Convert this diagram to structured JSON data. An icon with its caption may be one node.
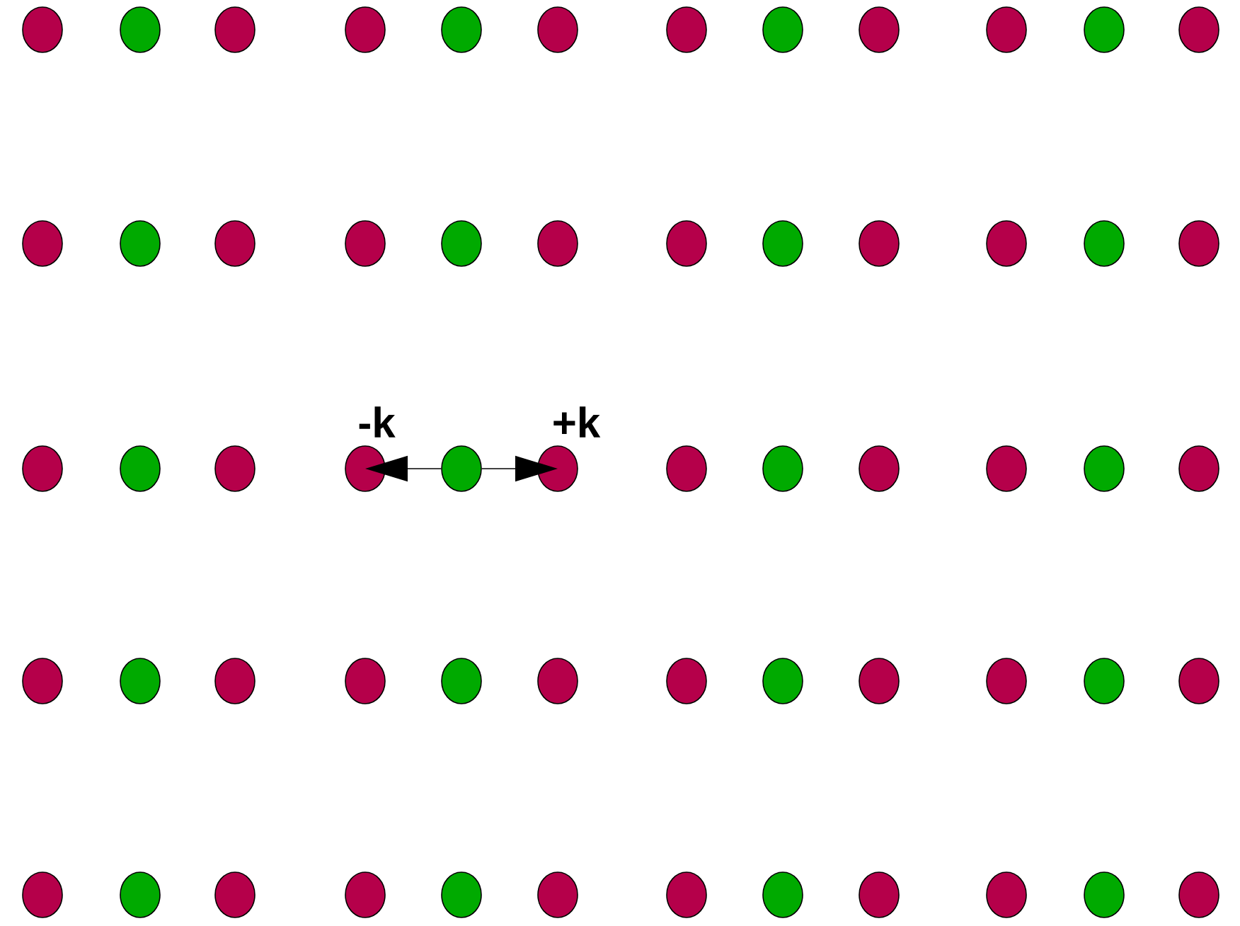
{
  "diagram": {
    "nodes": [
      {
        "text": [],
        "shape": "circle"
      },
      {
        "text": [],
        "shape": "circle"
      },
      {
        "text": [],
        "shape": "circle"
      },
      {
        "text": [],
        "shape": "circle"
      },
      {
        "text": [],
        "shape": "circle"
      },
      {
        "text": [],
        "shape": "circle"
      },
      {
        "text": [],
        "shape": "circle"
      },
      {
        "text": [],
        "shape": "circle"
      },
      {
        "text": [],
        "shape": "circle"
      },
      {
        "text": [],
        "shape": "circle"
      },
      {
        "text": [],
        "shape": "circle"
      },
      {
        "text": [],
        "shape": "circle"
      },
      {
        "text": [],
        "shape": "circle"
      },
      {
        "text": [],
        "shape": "circle"
      },
      {
        "text": [],
        "shape": "circle"
      },
      {
        "text": [],
        "shape": "circle"
      },
      {
        "text": [],
        "shape": "circle"
      },
      {
        "text": [],
        "shape": "circle"
      },
      {
        "text": [],
        "shape": "circle"
      },
      {
        "text": [],
        "shape": "circle"
      },
      {
        "text": [],
        "shape": "circle"
      },
      {
        "text": [],
        "shape": "circle"
      },
      {
        "text": [],
        "shape": "circle"
      },
      {
        "text": [],
        "shape": "circle"
      },
      {
        "text": [],
        "shape": "circle"
      },
      {
        "text": [],
        "shape": "circle"
      },
      {
        "text": [],
        "shape": "circle"
      },
      {
        "text": [],
        "shape": "circle"
      },
      {
        "text": [],
        "shape": "circle"
      },
      {
        "text": [],
        "shape": "circle"
      },
      {
        "text": [],
        "shape": "circle"
      },
      {
        "text": [],
        "shape": "circle"
      },
      {
        "text": [],
        "shape": "circle"
      },
      {
        "text": [],
        "shape": "circle"
      },
      {
        "text": [],
        "shape": "circle"
      },
      {
        "text": [],
        "shape": "circle"
      },
      {
        "text": [],
        "shape": "circle"
      },
      {
        "text": [],
        "shape": "circle"
      },
      {
        "text": [],
        "shape": "circle"
      },
      {
        "text": [],
        "shape": "circle"
      },
      {
        "text": [],
        "shape": "circle"
      },
      {
        "text": [],
        "shape": "circle"
      },
      {
        "text": [],
        "shape": "circle"
      },
      {
        "text": [],
        "shape": "circle"
      },
      {
        "text": [],
        "shape": "circle"
      },
      {
        "text": [],
        "shape": "circle"
      },
      {
        "text": [],
        "shape": "circle"
      },
      {
        "text": [],
        "shape": "circle"
      },
      {
        "text": [],
        "shape": "circle"
      },
      {
        "text": [],
        "shape": "circle"
      },
      {
        "text": [],
        "shape": "circle"
      },
      {
        "text": [],
        "shape": "circle"
      },
      {
        "text": [],
        "shape": "circle"
      },
      {
        "text": [],
        "shape": "circle"
      },
      {
        "text": [],
        "shape": "circle"
      },
      {
        "text": [],
        "shape": "circle"
      },
      {
        "text": [],
        "shape": "circle"
      },
      {
        "text": [],
        "shape": "circle"
      },
      {
        "text": [],
        "shape": "circle"
      },
      {
        "text": [],
        "shape": "circle"
      }
    ],
    "edges": [
      {
        "from": 28,
        "to": 27,
        "arrow": "to"
      },
      {
        "from": 28,
        "to": 29,
        "arrow": "to"
      }
    ],
    "labels": [
      "-k",
      "+k"
    ]
  }
}
